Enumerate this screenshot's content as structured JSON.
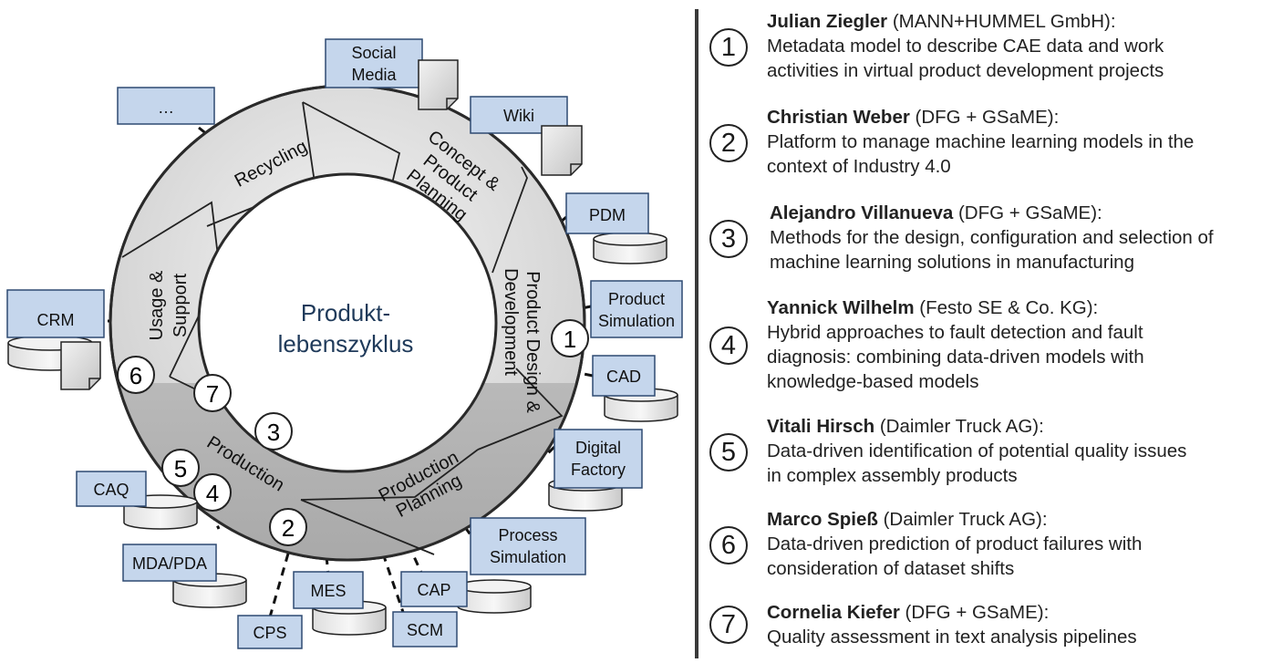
{
  "diagram": {
    "center": [
      "Produkt-",
      "lebenszyklus"
    ],
    "phases": {
      "recycling": "Recycling",
      "concept": [
        "Concept &",
        "Product",
        "Planning"
      ],
      "design": [
        "Product Design &",
        "Development"
      ],
      "production_planning": [
        "Production",
        "Planning"
      ],
      "production": "Production",
      "usage": [
        "Usage &",
        "Support"
      ]
    },
    "systems": {
      "social_media": [
        "Social",
        "Media"
      ],
      "dots": "…",
      "wiki": "Wiki",
      "pdm": "PDM",
      "crm": "CRM",
      "product_simulation": [
        "Product",
        "Simulation"
      ],
      "cad": "CAD",
      "digital_factory": [
        "Digital",
        "Factory"
      ],
      "caq": "CAQ",
      "process_simulation": [
        "Process",
        "Simulation"
      ],
      "mda_pda": "MDA/PDA",
      "mes": "MES",
      "cap": "CAP",
      "cps": "CPS",
      "scm": "SCM"
    },
    "markers": [
      "1",
      "2",
      "3",
      "4",
      "5",
      "6",
      "7"
    ]
  },
  "entries": [
    {
      "num": "1",
      "name": "Julian Ziegler",
      "org": " (MANN+HUMMEL GmbH):",
      "lines": [
        "Metadata model to describe CAE data and work",
        "activities in virtual product development projects"
      ]
    },
    {
      "num": "2",
      "name": "Christian Weber",
      "org": " (DFG + GSaME):",
      "lines": [
        "Platform to manage machine learning models in the",
        "context of Industry 4.0"
      ]
    },
    {
      "num": "3",
      "name": "Alejandro Villanueva",
      "org": " (DFG + GSaME):",
      "lines": [
        "Methods for the design, configuration and selection of",
        "machine learning solutions in manufacturing"
      ]
    },
    {
      "num": "4",
      "name": "Yannick Wilhelm",
      "org": " (Festo SE & Co. KG):",
      "lines": [
        "Hybrid approaches to fault detection and fault",
        "diagnosis: combining data-driven models with",
        "knowledge-based models"
      ]
    },
    {
      "num": "5",
      "name": "Vitali Hirsch",
      "org": " (Daimler Truck AG):",
      "lines": [
        "Data-driven identification of potential quality issues",
        "in complex assembly products"
      ]
    },
    {
      "num": "6",
      "name": "Marco Spieß",
      "org": " (Daimler Truck AG):",
      "lines": [
        "Data-driven prediction of product failures with",
        "consideration of dataset shifts"
      ]
    },
    {
      "num": "7",
      "name": "Cornelia Kiefer",
      "org": " (DFG + GSaME):",
      "lines": [
        "Quality assessment in text analysis pipelines"
      ]
    }
  ]
}
